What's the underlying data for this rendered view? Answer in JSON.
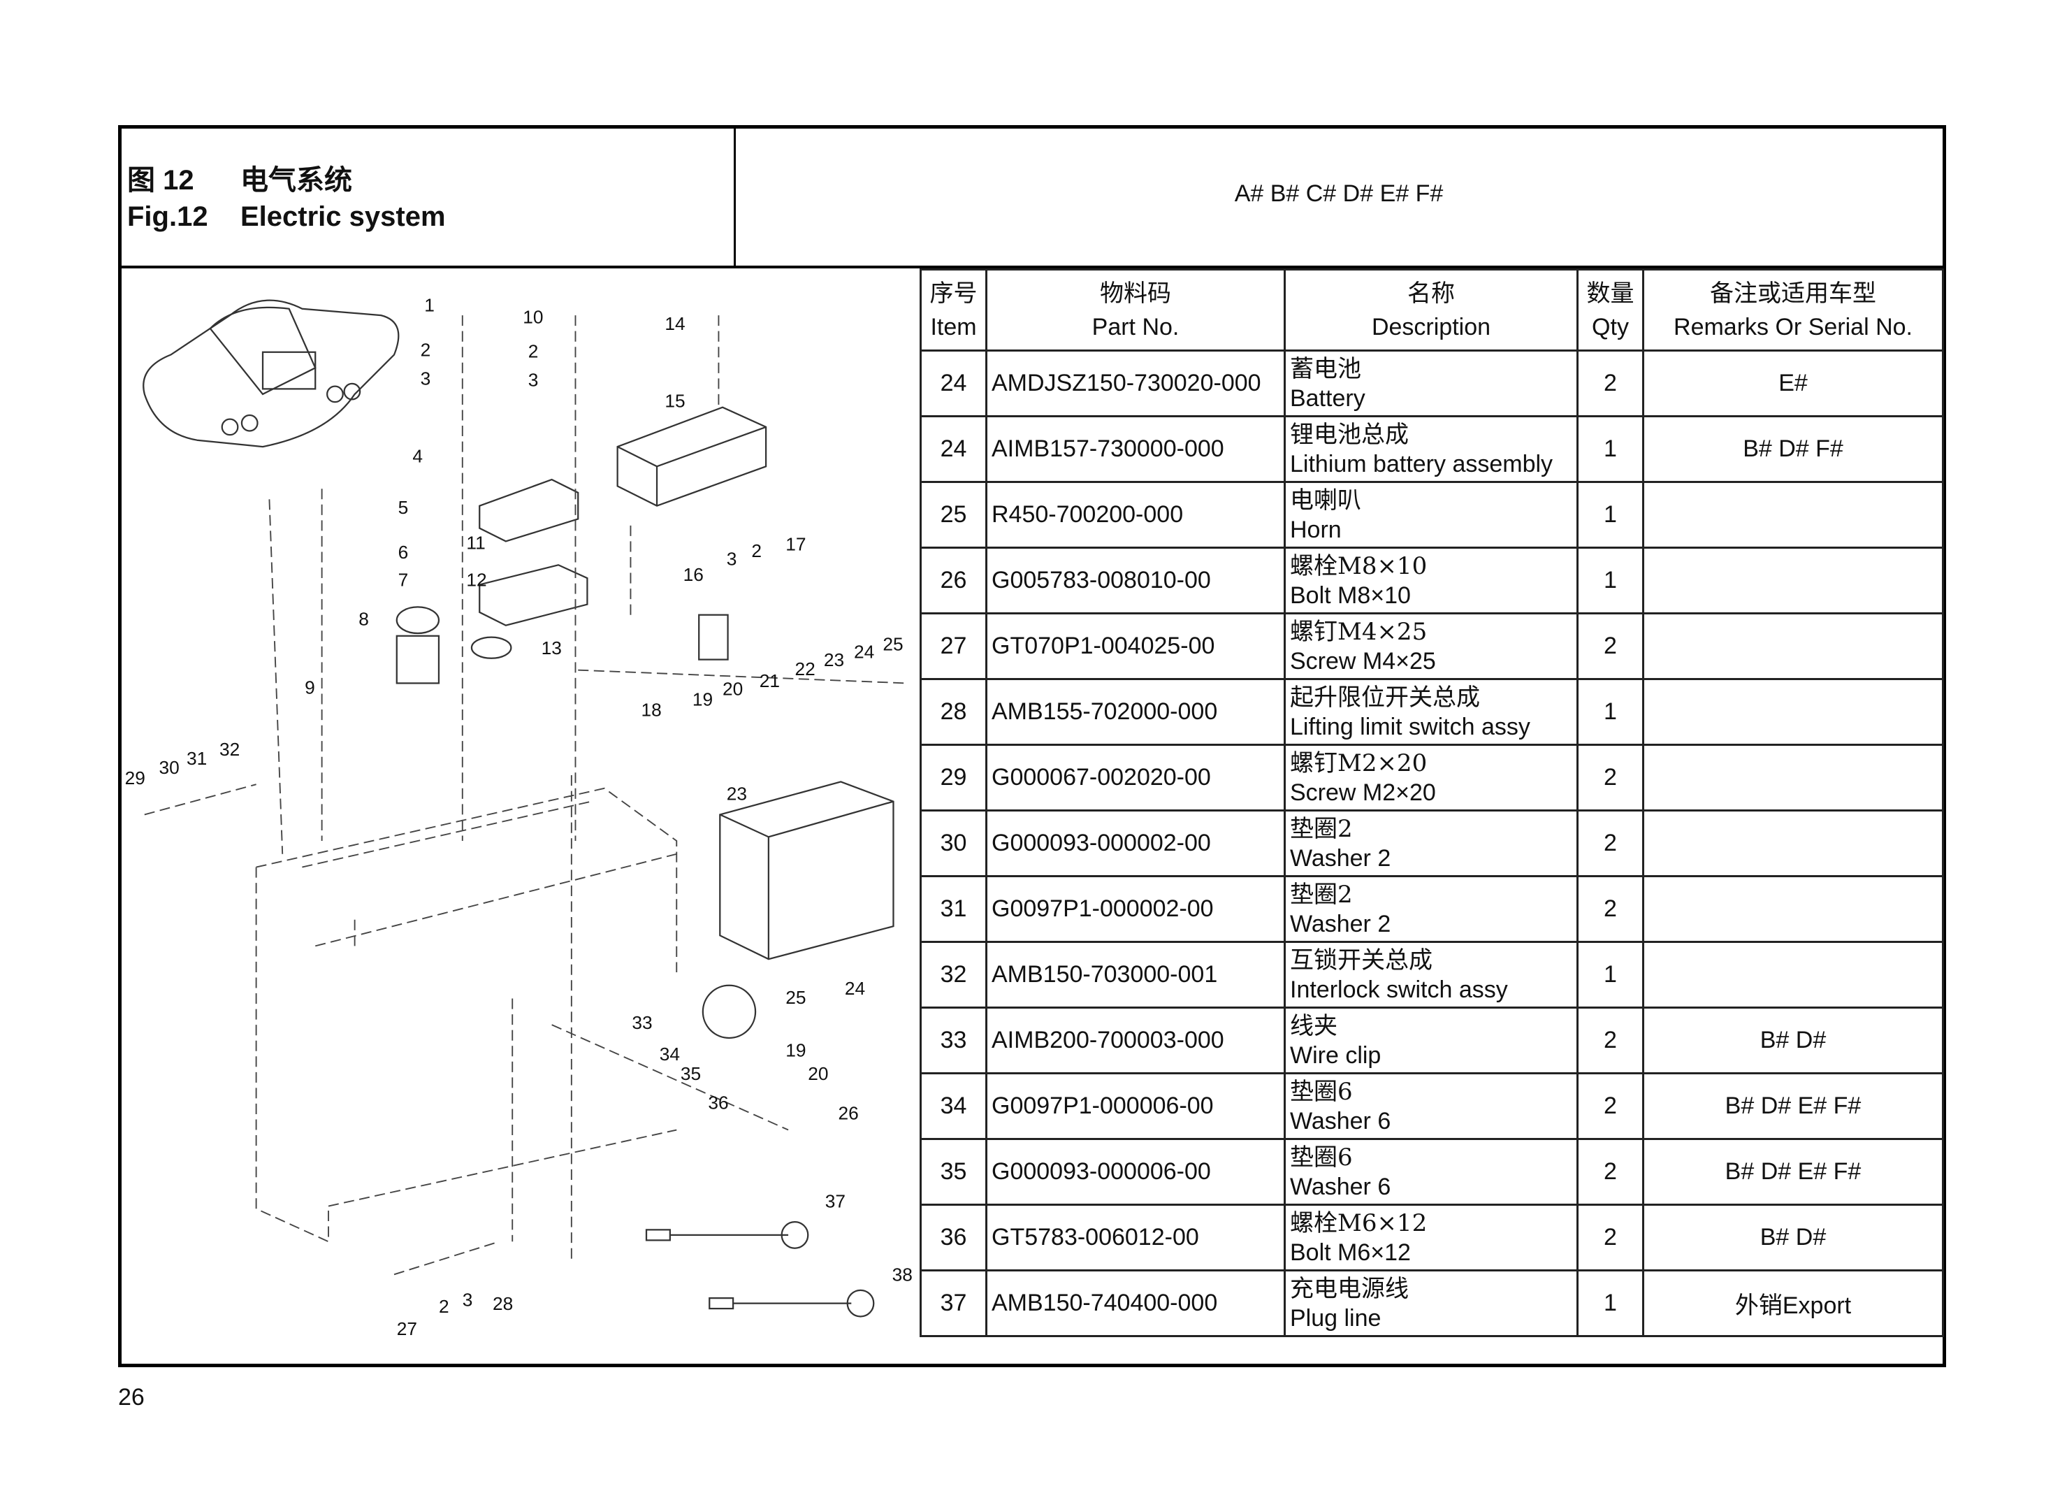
{
  "header": {
    "fig_cn_num": "图 12",
    "fig_cn_title": "电气系统",
    "fig_en_num": "Fig.12",
    "fig_en_title": "Electric system",
    "models": "A# B# C# D# E# F#"
  },
  "table": {
    "columns": [
      {
        "cn": "序号",
        "en": "Item"
      },
      {
        "cn": "物料码",
        "en": "Part No."
      },
      {
        "cn": "名称",
        "en": "Description"
      },
      {
        "cn": "数量",
        "en": "Qty"
      },
      {
        "cn": "备注或适用车型",
        "en": "Remarks Or Serial No."
      }
    ],
    "rows": [
      {
        "item": "24",
        "part": "AMDJSZ150-730020-000",
        "cn": "蓄电池",
        "en": "Battery",
        "qty": "2",
        "remarks": "E#"
      },
      {
        "item": "24",
        "part": "AIMB157-730000-000",
        "cn": "锂电池总成",
        "en": "Lithium battery assembly",
        "qty": "1",
        "remarks": "B# D# F#"
      },
      {
        "item": "25",
        "part": "R450-700200-000",
        "cn": "电喇叭",
        "en": "Horn",
        "qty": "1",
        "remarks": ""
      },
      {
        "item": "26",
        "part": "G005783-008010-00",
        "cn": "螺栓M8×10",
        "en": "Bolt M8×10",
        "qty": "1",
        "remarks": ""
      },
      {
        "item": "27",
        "part": "GT070P1-004025-00",
        "cn": "螺钉M4×25",
        "en": "Screw M4×25",
        "qty": "2",
        "remarks": ""
      },
      {
        "item": "28",
        "part": "AMB155-702000-000",
        "cn": "起升限位开关总成",
        "en": "Lifting limit switch assy",
        "qty": "1",
        "remarks": ""
      },
      {
        "item": "29",
        "part": "G000067-002020-00",
        "cn": "螺钉M2×20",
        "en": "Screw M2×20",
        "qty": "2",
        "remarks": ""
      },
      {
        "item": "30",
        "part": "G000093-000002-00",
        "cn": "垫圈2",
        "en": "Washer 2",
        "qty": "2",
        "remarks": ""
      },
      {
        "item": "31",
        "part": "G0097P1-000002-00",
        "cn": "垫圈2",
        "en": "Washer 2",
        "qty": "2",
        "remarks": ""
      },
      {
        "item": "32",
        "part": "AMB150-703000-001",
        "cn": "互锁开关总成",
        "en": "Interlock switch assy",
        "qty": "1",
        "remarks": ""
      },
      {
        "item": "33",
        "part": "AIMB200-700003-000",
        "cn": "线夹",
        "en": "Wire clip",
        "qty": "2",
        "remarks": "B# D#"
      },
      {
        "item": "34",
        "part": "G0097P1-000006-00",
        "cn": "垫圈6",
        "en": "Washer 6",
        "qty": "2",
        "remarks": "B# D# E# F#"
      },
      {
        "item": "35",
        "part": "G000093-000006-00",
        "cn": "垫圈6",
        "en": "Washer 6",
        "qty": "2",
        "remarks": "B# D# E# F#"
      },
      {
        "item": "36",
        "part": "GT5783-006012-00",
        "cn": "螺栓M6×12",
        "en": "Bolt M6×12",
        "qty": "2",
        "remarks": "B# D#"
      },
      {
        "item": "37",
        "part": "AMB150-740400-000",
        "cn": "充电电源线",
        "en": "Plug line",
        "qty": "1",
        "remarks": "外销Export"
      }
    ]
  },
  "diagram": {
    "callouts": [
      "1",
      "2",
      "3",
      "10",
      "2",
      "3",
      "14",
      "15",
      "4",
      "5",
      "6",
      "7",
      "11",
      "12",
      "8",
      "13",
      "9",
      "16",
      "3",
      "2",
      "17",
      "18",
      "19",
      "20",
      "21",
      "22",
      "23",
      "24",
      "25",
      "23",
      "29",
      "30",
      "31",
      "32",
      "24",
      "25",
      "33",
      "34",
      "35",
      "19",
      "20",
      "36",
      "26",
      "37",
      "38",
      "2",
      "3",
      "28",
      "27"
    ]
  },
  "page_number": "26"
}
